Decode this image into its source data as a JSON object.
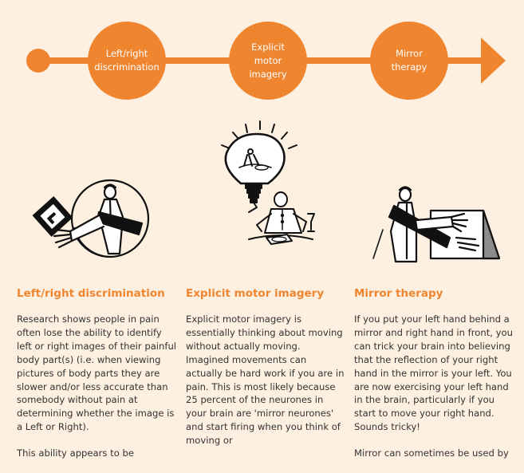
{
  "colors": {
    "accent": "#f08530",
    "background": "#fdf0e1",
    "text": "#333333"
  },
  "timeline": {
    "steps": [
      {
        "label_line1": "Left/right",
        "label_line2": "discrimination"
      },
      {
        "label_line1": "Explicit",
        "label_line2": "motor imagery"
      },
      {
        "label_line1": "Mirror",
        "label_line2": "therapy"
      }
    ]
  },
  "sections": [
    {
      "heading": "Left/right discrimination",
      "paragraphs": [
        "Research shows people in pain often lose the ability to identify left or right images of their painful body part(s) (i.e. when viewing pictures of body parts they are slower and/or less accurate than somebody without pain at determining whether the image is a Left or Right).",
        "This ability appears to be"
      ]
    },
    {
      "heading": "Explicit motor imagery",
      "paragraphs": [
        "Explicit motor imagery is essentially thinking about moving without actually moving. Imagined movements can actually be hard work if you are in pain. This is most likely because 25 percent of the neurones in your brain are 'mirror neurones' and start firing when you think of moving or"
      ]
    },
    {
      "heading": "Mirror therapy",
      "paragraphs": [
        "If you put your left hand behind a mirror and right hand in front, you can trick your brain into believing that the reflection of your right hand in the mirror is your left. You are now exercising your left hand in the brain, particularly if you start to move your right hand. Sounds tricky!",
        "Mirror can sometimes be used by"
      ]
    }
  ]
}
